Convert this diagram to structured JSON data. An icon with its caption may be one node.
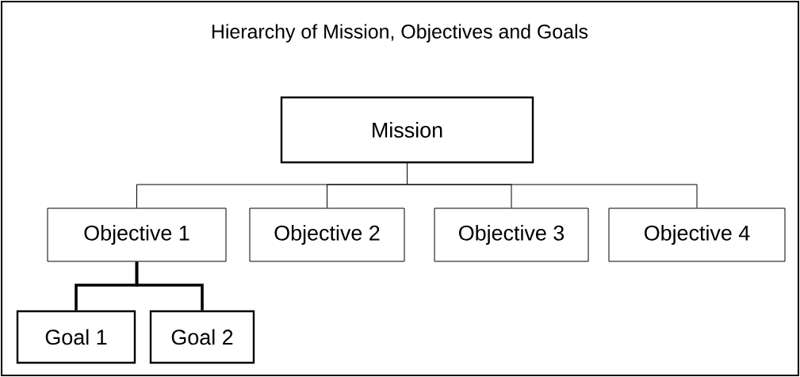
{
  "diagram": {
    "title": "Hierarchy of Mission, Objectives and Goals",
    "nodes": [
      {
        "text": [
          "Mission"
        ]
      },
      {
        "text": [
          "Objective 1"
        ]
      },
      {
        "text": [
          "Objective 2"
        ]
      },
      {
        "text": [
          "Objective 3"
        ]
      },
      {
        "text": [
          "Objective 4"
        ]
      },
      {
        "text": [
          "Goal 1"
        ]
      },
      {
        "text": [
          "Goal 2"
        ]
      }
    ],
    "edges": [
      {
        "from": 0,
        "to": 1,
        "arrow": "none"
      },
      {
        "from": 0,
        "to": 2,
        "arrow": "none"
      },
      {
        "from": 0,
        "to": 3,
        "arrow": "none"
      },
      {
        "from": 0,
        "to": 4,
        "arrow": "none"
      },
      {
        "from": 1,
        "to": 5,
        "arrow": "none",
        "style": "thick"
      },
      {
        "from": 1,
        "to": 6,
        "arrow": "none",
        "style": "thick"
      }
    ]
  }
}
